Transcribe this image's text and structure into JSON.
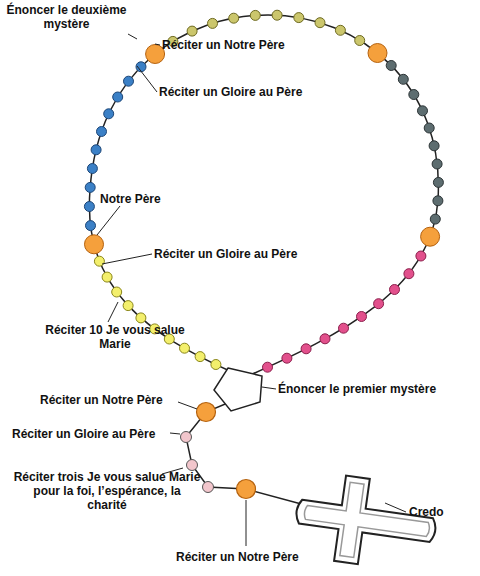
{
  "diagram": {
    "labels": [
      "Énoncer le deuxième mystère",
      "Réciter un Notre Père",
      "Réciter un Gloire au Père",
      "Notre Père",
      "Réciter un Gloire au Père",
      "Réciter 10 Je vous salue Marie",
      "Réciter un Notre Père",
      "Énoncer le premier mystère",
      "Réciter un Gloire au Père",
      "Réciter trois Je vous salue Marie pour la foi, l’espérance, la charité",
      "Credo",
      "Réciter un Notre Père"
    ]
  }
}
